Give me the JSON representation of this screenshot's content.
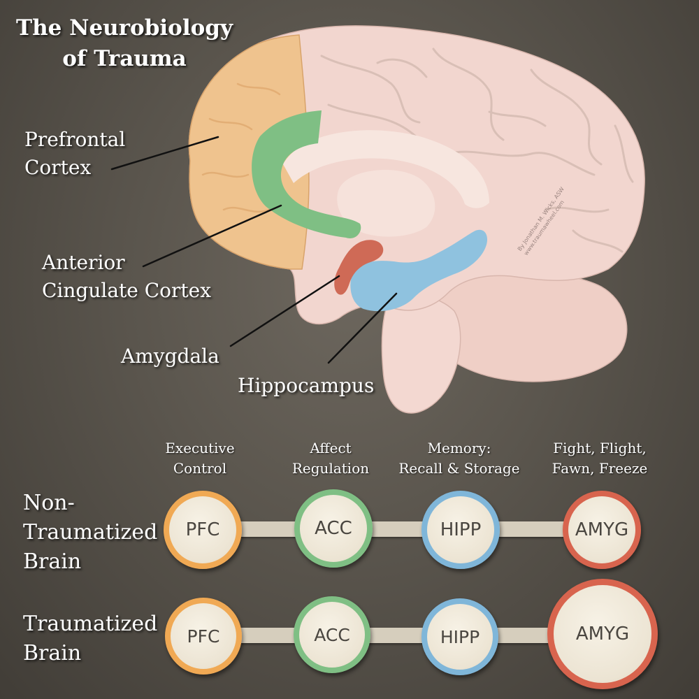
{
  "title_line1": "The Neurobiology",
  "title_line2": "of Trauma",
  "labels": {
    "pfc_line1": "Prefrontal",
    "pfc_line2": "Cortex",
    "acc_line1": "Anterior",
    "acc_line2": "Cingulate Cortex",
    "amygdala": "Amygdala",
    "hippocampus": "Hippocampus"
  },
  "credit_line1": "By Jonathan M. Wicks, ASW",
  "credit_line2": "www.traumawheel.com",
  "functions": [
    {
      "line1": "Executive",
      "line2": "Control"
    },
    {
      "line1": "Affect",
      "line2": "Regulation"
    },
    {
      "line1": "Memory:",
      "line2": "Recall & Storage"
    },
    {
      "line1": "Fight, Flight,",
      "line2": "Fawn, Freeze"
    }
  ],
  "rows": {
    "non_traumatized_line1": "Non-",
    "non_traumatized_line2": "Traumatized",
    "non_traumatized_line3": "Brain",
    "traumatized_line1": "Traumatized",
    "traumatized_line2": "Brain"
  },
  "nodes": [
    "PFC",
    "ACC",
    "HIPP",
    "AMYG"
  ],
  "colors": {
    "pfc": "#f0a954",
    "acc": "#7fbf84",
    "hipp": "#7fb6d9",
    "amyg": "#d8644e",
    "brain": "#f1d5ce",
    "bar": "#d6cebd"
  }
}
